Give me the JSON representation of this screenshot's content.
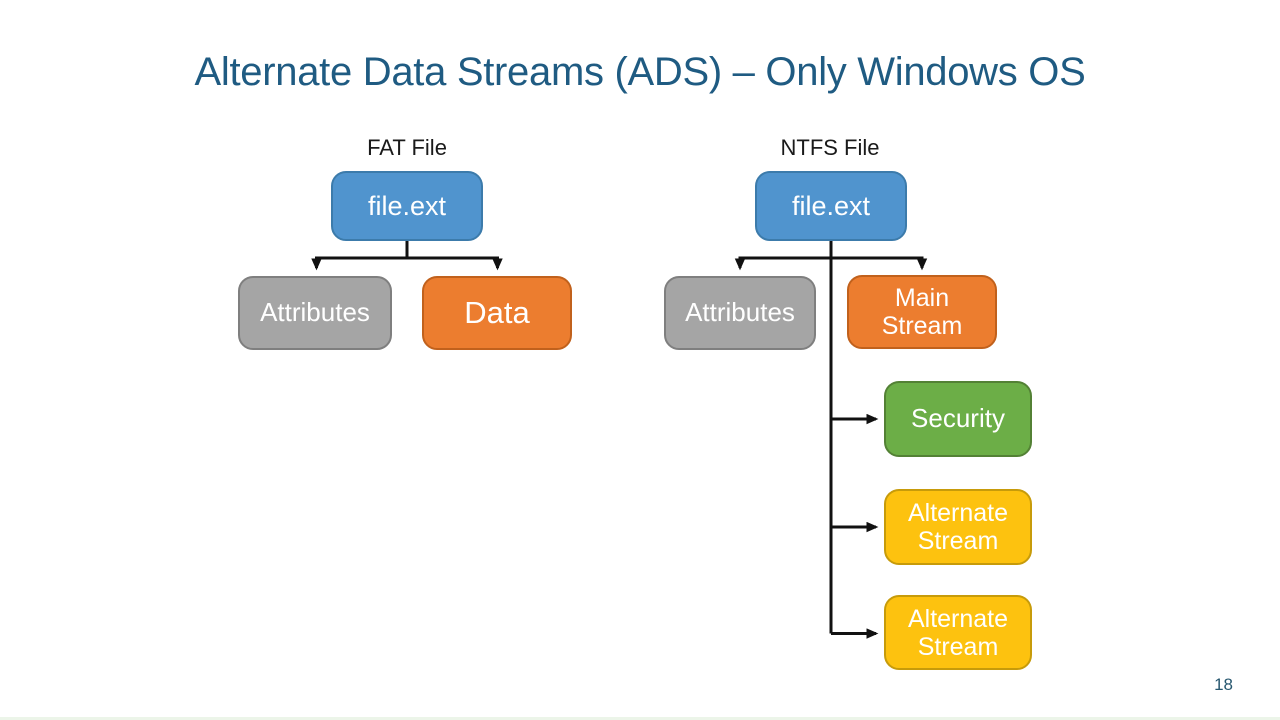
{
  "slide": {
    "title": "Alternate Data Streams (ADS) – Only Windows OS",
    "page_number": "18"
  },
  "fat_tree": {
    "label": "FAT File",
    "root": {
      "label": "file.ext",
      "color": "#5094CE"
    },
    "children": [
      {
        "label": "Attributes",
        "color": "#A5A5A5"
      },
      {
        "label": "Data",
        "color": "#EC7D2F"
      }
    ]
  },
  "ntfs_tree": {
    "label": "NTFS File",
    "root": {
      "label": "file.ext",
      "color": "#5094CE"
    },
    "children": [
      {
        "label": "Attributes",
        "color": "#A5A5A5"
      },
      {
        "label": "Main Stream",
        "color": "#EC7D2F"
      }
    ],
    "streams": [
      {
        "label": "Security",
        "color": "#6CAE47"
      },
      {
        "label": "Alternate Stream",
        "color": "#FDC20F"
      },
      {
        "label": "Alternate Stream",
        "color": "#FDC20F"
      }
    ]
  },
  "colors": {
    "title_text": "#1F5B82",
    "connector": "#111111",
    "node_text": "#FFFFFF",
    "blue_border": "#3C7BAB",
    "gray_border": "#7F7F7F",
    "orange_border": "#C1611C",
    "green_border": "#538135",
    "yellow_border": "#C79B0A",
    "page_number_text": "#27576F",
    "bottom_strip": "#ECF5E9"
  }
}
